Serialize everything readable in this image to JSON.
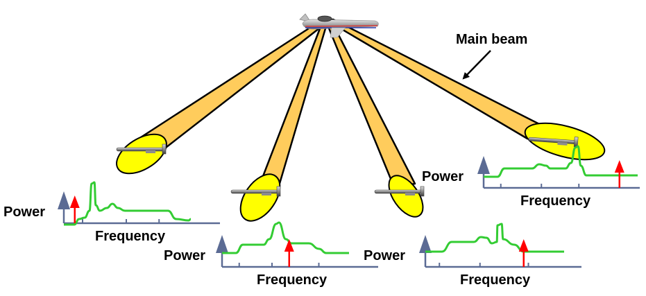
{
  "diagram": {
    "type": "airborne-radar-multi-target-illustration",
    "annotation": "Main beam",
    "radar_platform": "airliner with antenna dome",
    "colors": {
      "beam_fill": "#ffcc5c",
      "footprint_fill": "#ffff00",
      "outline": "#000000",
      "spectrum_line": "#33cc33",
      "target_doppler_arrow": "#ff0000",
      "axis": "#5b6b94"
    },
    "spectra": [
      {
        "id": "spectrum-1",
        "y_label": "Power",
        "x_label": "Frequency",
        "target_position": 0.07,
        "peak_position": 0.12,
        "description": "target arrow left of clutter peak"
      },
      {
        "id": "spectrum-2",
        "y_label": "Power",
        "x_label": "Frequency",
        "target_position": 0.43,
        "peak_position": 0.43,
        "description": "target arrow under clutter peak"
      },
      {
        "id": "spectrum-3",
        "y_label": "Power",
        "x_label": "Frequency",
        "target_position": 0.63,
        "peak_position": 0.56,
        "description": "target arrow right of clutter peak"
      },
      {
        "id": "spectrum-4",
        "y_label": "Power",
        "x_label": "Frequency",
        "target_position": 0.87,
        "peak_position": 0.62,
        "description": "target arrow well clear of clutter"
      }
    ]
  }
}
